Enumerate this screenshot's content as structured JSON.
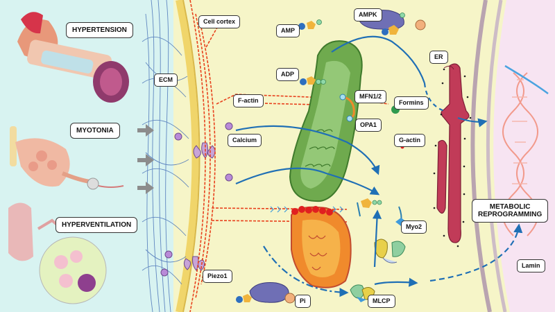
{
  "conditions": {
    "hypertension": "HYPERTENSION",
    "myotonia": "MYOTONIA",
    "hyperventilation": "HYPERVENTILATION"
  },
  "labels": {
    "ecm": "ECM",
    "cell_cortex": "Cell cortex",
    "factin": "F-actin",
    "calcium": "Calcium",
    "piezo1": "Piezo1",
    "amp": "AMP",
    "adp": "ADP",
    "ampk": "AMPK",
    "mfn": "MFN1/2",
    "opa1": "OPA1",
    "formins": "Formins",
    "gactin": "G-actin",
    "er": "ER",
    "myo2": "Myo2",
    "pi": "Pi",
    "mlcp": "MLCP",
    "metabolic_1": "METABOLIC",
    "metabolic_2": "REPROGRAMMING",
    "lamin": "Lamin"
  },
  "colors": {
    "left_panel": "#d8f3f1",
    "cytoplasm": "#f6f5c8",
    "nucleus": "#f7e4f2",
    "membrane": "#f0d56a",
    "actin": "#e8401c",
    "flow_arrow": "#1f6fb5",
    "mito_green": "#6faa4e",
    "mito_orange": "#f08a2c",
    "er_red": "#c13b58",
    "calcium_purple": "#b98ad8"
  }
}
